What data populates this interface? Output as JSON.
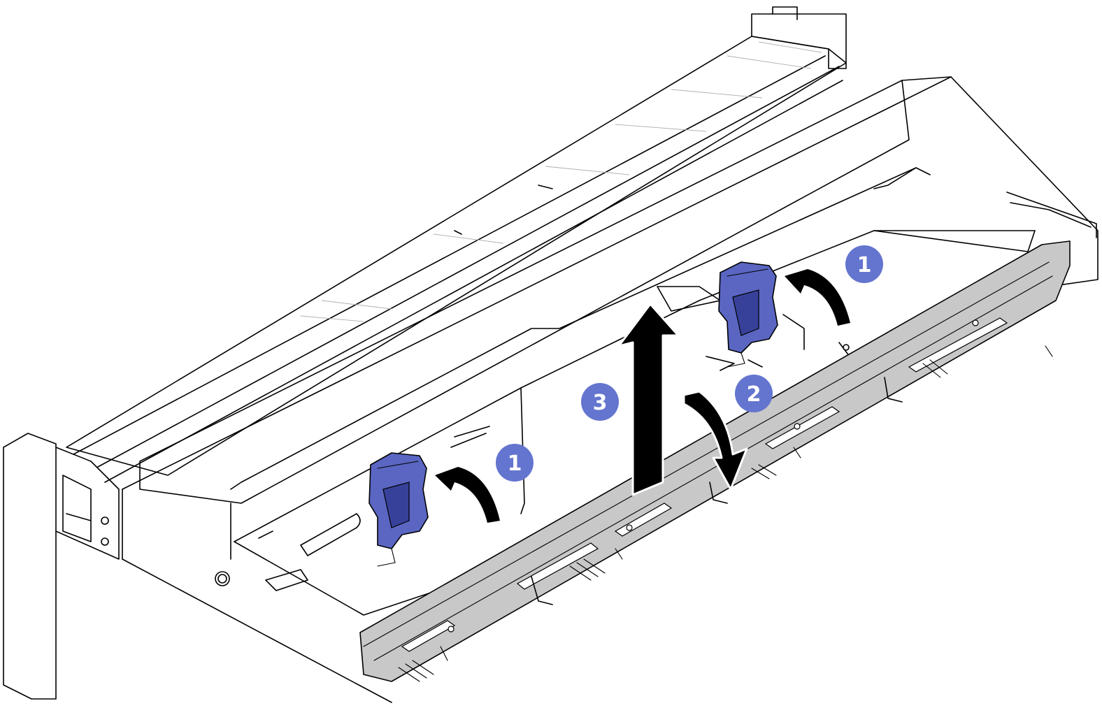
{
  "diagram": {
    "colors": {
      "outline": "#000000",
      "background": "#ffffff",
      "latch_fill": "#5a66c2",
      "latch_shade": "#38419a",
      "callout_fill": "#6475cf",
      "backplane_fill": "#c8c8c8",
      "arrow_fill": "#000000"
    },
    "callouts": [
      {
        "id": "step-1-right",
        "label": "1"
      },
      {
        "id": "step-1-left",
        "label": "1"
      },
      {
        "id": "step-2",
        "label": "2"
      },
      {
        "id": "step-3",
        "label": "3"
      }
    ],
    "icons": [
      "release-latch-icon",
      "rotate-arrow-icon",
      "lift-arrow-icon",
      "tilt-arrow-icon"
    ]
  }
}
